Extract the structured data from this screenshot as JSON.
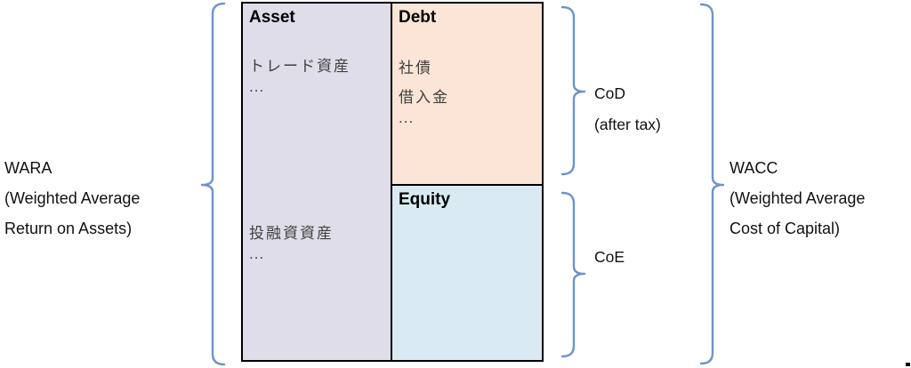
{
  "diagram": {
    "title_semantic": "WARA vs WACC balance-sheet diagram",
    "left_label": {
      "line1": "WARA",
      "line2": "(Weighted Average",
      "line3": "Return on Assets)"
    },
    "right_label": {
      "line1": "WACC",
      "line2": "(Weighted Average",
      "line3": "Cost of Capital)"
    },
    "box": {
      "asset": {
        "header": "Asset",
        "item1": "トレード資産",
        "item1_more": "...",
        "item2": "投融資資産",
        "item2_more": "..."
      },
      "debt": {
        "header": "Debt",
        "item1": "社債",
        "item2": "借入金",
        "item_more": "..."
      },
      "equity": {
        "header": "Equity"
      }
    },
    "cod_label": {
      "line1": "CoD",
      "line2": "(after tax)"
    },
    "coe_label": "CoE",
    "colors": {
      "asset_fill": "#e0ddea",
      "debt_fill": "#fbe5d6",
      "equity_fill": "#daeaf2",
      "brace_stroke": "#6f93c6",
      "box_border": "#000000"
    }
  }
}
